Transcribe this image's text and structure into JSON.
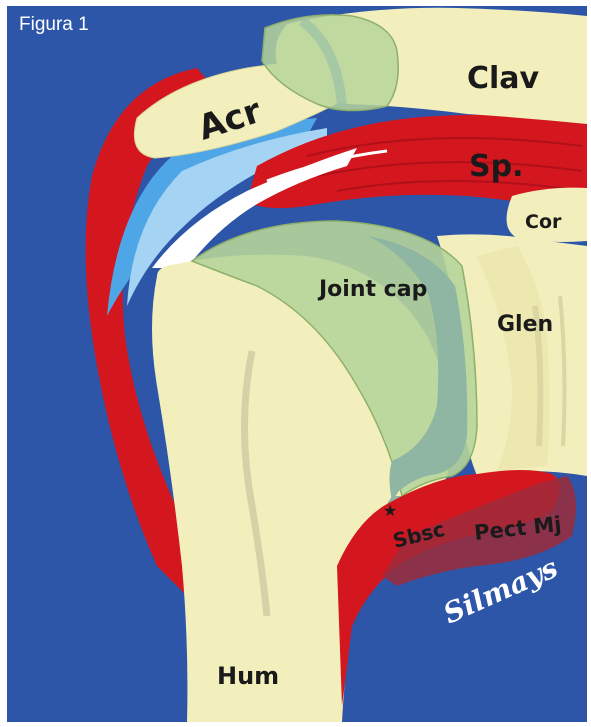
{
  "caption": "Figura 1",
  "labels": {
    "acromion": "Acr",
    "clavicle": "Clav",
    "supraspinatus": "Sp.",
    "coracoid": "Cor",
    "joint_capsule": "Joint cap",
    "glenoid": "Glen",
    "subscapularis": "Sbsc",
    "pectoralis_major": "Pect Mj",
    "humerus": "Hum",
    "marker": "★"
  },
  "signature": "Silmays",
  "colors": {
    "background": "#2d56a8",
    "bone": "#f2efbd",
    "muscle_red": "#d4161f",
    "capsule_green": "#b6d59a",
    "capsule_teal": "#8fb5a3",
    "bursa_blue": "#4fa6e6",
    "tendon_white": "#ffffff"
  }
}
